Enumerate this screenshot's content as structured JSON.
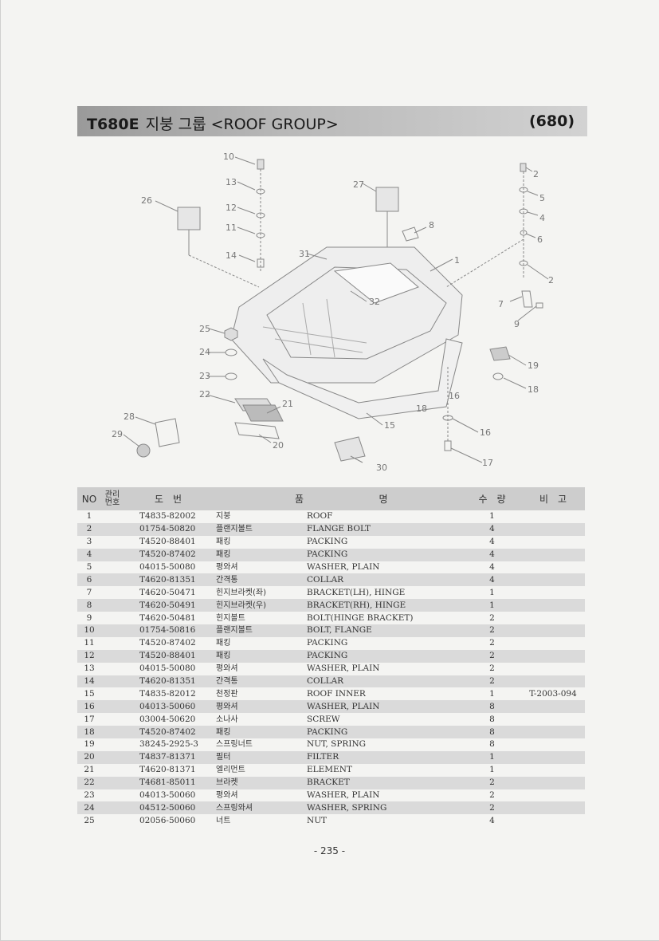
{
  "header": {
    "model": "T680E",
    "title": "지붕 그룹 <ROOF GROUP>",
    "group_code": "(680)"
  },
  "diagram": {
    "callouts": [
      "1",
      "2",
      "5",
      "4",
      "6",
      "7",
      "8",
      "9",
      "10",
      "11",
      "12",
      "13",
      "14",
      "15",
      "16",
      "17",
      "18",
      "19",
      "20",
      "21",
      "22",
      "23",
      "24",
      "25",
      "26",
      "27",
      "28",
      "29",
      "30",
      "31",
      "32",
      "2",
      "18",
      "16"
    ]
  },
  "table": {
    "headers": {
      "no": "NO",
      "mgmt_line1": "관리",
      "mgmt_line2": "번호",
      "part_no": "도　번",
      "name_kr": "품",
      "name_en": "명",
      "qty": "수　량",
      "remark": "비　고"
    },
    "rows": [
      {
        "no": "1",
        "part": "T4835-82002",
        "kr": "지붕",
        "en": "ROOF",
        "qty": "1",
        "rm": ""
      },
      {
        "no": "2",
        "part": "01754-50820",
        "kr": "플랜지볼트",
        "en": "FLANGE BOLT",
        "qty": "4",
        "rm": ""
      },
      {
        "no": "3",
        "part": "T4520-88401",
        "kr": "패킹",
        "en": "PACKING",
        "qty": "4",
        "rm": ""
      },
      {
        "no": "4",
        "part": "T4520-87402",
        "kr": "패킹",
        "en": "PACKING",
        "qty": "4",
        "rm": ""
      },
      {
        "no": "5",
        "part": "04015-50080",
        "kr": "평와셔",
        "en": "WASHER, PLAIN",
        "qty": "4",
        "rm": ""
      },
      {
        "no": "6",
        "part": "T4620-81351",
        "kr": "간격통",
        "en": "COLLAR",
        "qty": "4",
        "rm": ""
      },
      {
        "no": "7",
        "part": "T4620-50471",
        "kr": "힌지브라켓(좌)",
        "en": "BRACKET(LH), HINGE",
        "qty": "1",
        "rm": ""
      },
      {
        "no": "8",
        "part": "T4620-50491",
        "kr": "힌지브라켓(우)",
        "en": "BRACKET(RH), HINGE",
        "qty": "1",
        "rm": ""
      },
      {
        "no": "9",
        "part": "T4620-50481",
        "kr": "힌지볼트",
        "en": "BOLT(HINGE BRACKET)",
        "qty": "2",
        "rm": ""
      },
      {
        "no": "10",
        "part": "01754-50816",
        "kr": "플랜지볼트",
        "en": "BOLT, FLANGE",
        "qty": "2",
        "rm": ""
      },
      {
        "no": "11",
        "part": "T4520-87402",
        "kr": "패킹",
        "en": "PACKING",
        "qty": "2",
        "rm": ""
      },
      {
        "no": "12",
        "part": "T4520-88401",
        "kr": "패킹",
        "en": "PACKING",
        "qty": "2",
        "rm": ""
      },
      {
        "no": "13",
        "part": "04015-50080",
        "kr": "평와셔",
        "en": "WASHER, PLAIN",
        "qty": "2",
        "rm": ""
      },
      {
        "no": "14",
        "part": "T4620-81351",
        "kr": "간격통",
        "en": "COLLAR",
        "qty": "2",
        "rm": ""
      },
      {
        "no": "15",
        "part": "T4835-82012",
        "kr": "천정판",
        "en": "ROOF INNER",
        "qty": "1",
        "rm": "T-2003-094"
      },
      {
        "no": "16",
        "part": "04013-50060",
        "kr": "평와셔",
        "en": "WASHER, PLAIN",
        "qty": "8",
        "rm": ""
      },
      {
        "no": "17",
        "part": "03004-50620",
        "kr": "소나사",
        "en": "SCREW",
        "qty": "8",
        "rm": ""
      },
      {
        "no": "18",
        "part": "T4520-87402",
        "kr": "패킹",
        "en": "PACKING",
        "qty": "8",
        "rm": ""
      },
      {
        "no": "19",
        "part": "38245-2925-3",
        "kr": "스프링너트",
        "en": "NUT, SPRING",
        "qty": "8",
        "rm": ""
      },
      {
        "no": "20",
        "part": "T4837-81371",
        "kr": "필터",
        "en": "FILTER",
        "qty": "1",
        "rm": ""
      },
      {
        "no": "21",
        "part": "T4620-81371",
        "kr": "엘리먼트",
        "en": "ELEMENT",
        "qty": "1",
        "rm": ""
      },
      {
        "no": "22",
        "part": "T4681-85011",
        "kr": "브라켓",
        "en": "BRACKET",
        "qty": "2",
        "rm": ""
      },
      {
        "no": "23",
        "part": "04013-50060",
        "kr": "평와셔",
        "en": "WASHER, PLAIN",
        "qty": "2",
        "rm": ""
      },
      {
        "no": "24",
        "part": "04512-50060",
        "kr": "스프링와셔",
        "en": "WASHER, SPRING",
        "qty": "2",
        "rm": ""
      },
      {
        "no": "25",
        "part": "02056-50060",
        "kr": "너트",
        "en": "NUT",
        "qty": "4",
        "rm": ""
      }
    ]
  },
  "footer": {
    "page_number": "- 235 -"
  }
}
